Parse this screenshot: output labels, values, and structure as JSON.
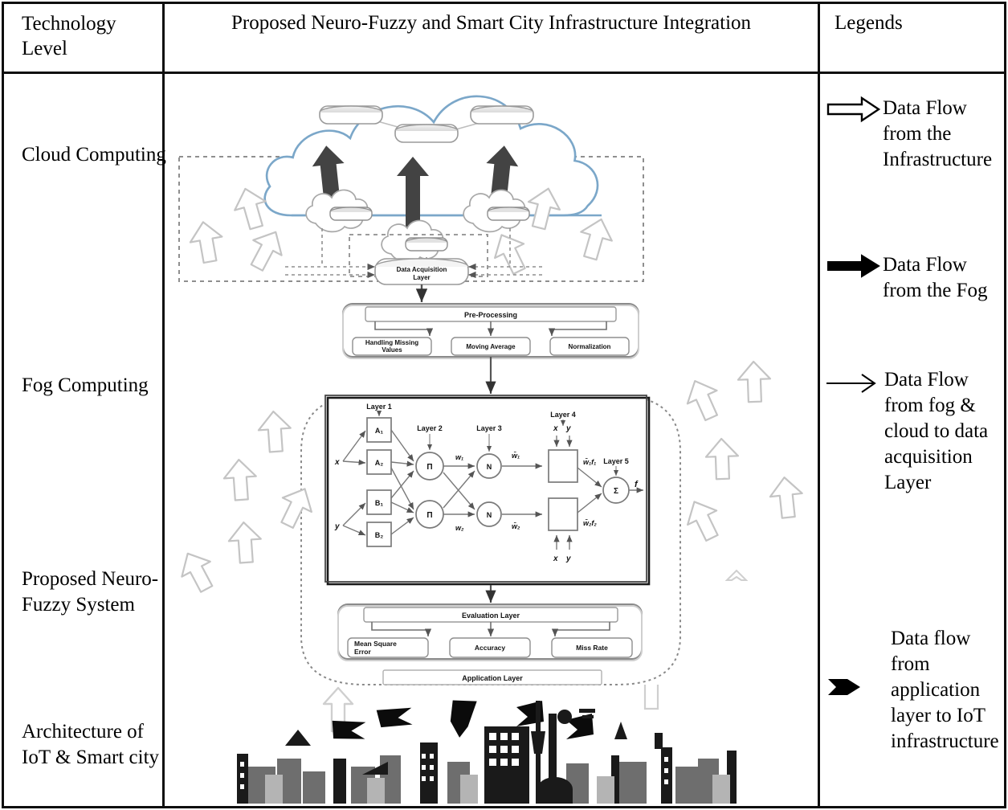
{
  "table": {
    "header": {
      "col_level": "Technology Level",
      "col_diagram": "Proposed Neuro-Fuzzy and Smart City Infrastructure Integration",
      "col_legends": "Legends"
    },
    "levels": [
      {
        "id": "cloud",
        "label": "Cloud Computing"
      },
      {
        "id": "fog",
        "label": "Fog Computing"
      },
      {
        "id": "neuro-fuzzy",
        "label": "Proposed Neuro-Fuzzy System"
      },
      {
        "id": "architecture",
        "label": "Architecture of IoT & Smart city"
      }
    ]
  },
  "legends": [
    {
      "id": "infrastructure",
      "icon": "hollow-block-arrow-right-icon",
      "style": "outline",
      "text": "Data Flow from the Infrastructure"
    },
    {
      "id": "fog",
      "icon": "solid-block-arrow-right-icon",
      "style": "solid",
      "text": "Data Flow from the Fog"
    },
    {
      "id": "acquisition",
      "icon": "thin-line-arrow-right-icon",
      "style": "line",
      "text": "Data Flow from fog & cloud to data acquisition Layer"
    },
    {
      "id": "application",
      "icon": "solid-chevron-arrow-right-icon",
      "style": "chevron",
      "text": "Data flow from application layer to IoT infrastructure"
    }
  ],
  "diagram": {
    "cloud_section": {
      "cloud_shape_label": "cloud-outline",
      "cloud_databases": 3,
      "fog_nodes": 3,
      "solid_arrows": 3,
      "hollow_arrows": 6,
      "data_acquisition": "Data Acquisition Layer"
    },
    "preprocessing": {
      "title": "Pre-Processing",
      "children": [
        "Handling Missing Values",
        "Moving Average",
        "Normalization"
      ]
    },
    "anfis": {
      "input_x": "x",
      "input_y": "y",
      "output_f": "f",
      "layer_labels": [
        "Layer 1",
        "Layer 2",
        "Layer 3",
        "Layer 4",
        "Layer 5"
      ],
      "layer1_nodes": [
        "A₁",
        "A₂",
        "B₁",
        "B₂"
      ],
      "layer2_nodes": [
        "Π",
        "Π"
      ],
      "layer3_nodes": [
        "N",
        "N"
      ],
      "layer5_node": "Σ",
      "weights": [
        "w₁",
        "w₂"
      ],
      "norm_weights": [
        "w̅₁",
        "w̅₂"
      ],
      "layer4_inputs": [
        "x",
        "y"
      ],
      "layer4_outputs": [
        "w̅₁f₁",
        "w̅₂f₂"
      ]
    },
    "evaluation": {
      "title": "Evaluation Layer",
      "children": [
        "Mean Square Error",
        "Accuracy",
        "Miss Rate"
      ]
    },
    "application_layer": "Application Layer",
    "city": {
      "label": "smart-city-skyline",
      "down_arrows": 5,
      "hollow_up_arrows": 1
    },
    "colors": {
      "cloud_stroke": "#7ba7c9",
      "solid_arrow": "#404040",
      "hollow_arrow": "#c9c9c9",
      "box_stroke": "#8a8a8a",
      "dotted_stroke": "#8a8a8a",
      "city_dark": "#111111",
      "city_mid": "#6e6e6e",
      "city_light": "#b4b4b4",
      "rule": "#0d0d0d"
    }
  }
}
